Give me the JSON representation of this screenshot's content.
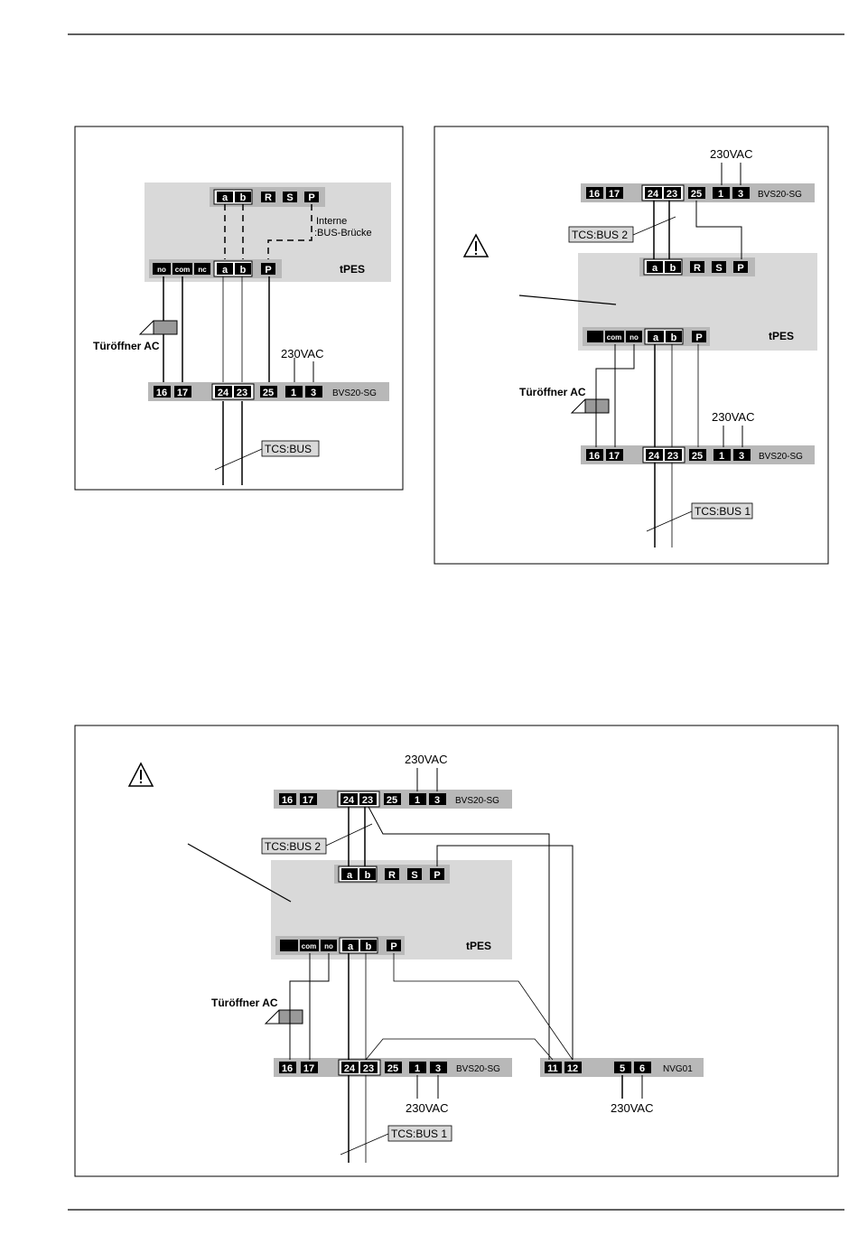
{
  "diagram_1": {
    "upper_terminals": [
      "a",
      "b",
      "R",
      "S",
      "P"
    ],
    "bridge_label": [
      "Interne",
      ":BUS-Brücke"
    ],
    "module_terminals": [
      "no",
      "com",
      "nc",
      "a",
      "b",
      "P"
    ],
    "module_name": "tPES",
    "door_opener": "Türöffner AC",
    "power": "230VAC",
    "bottom_terminals": [
      "16",
      "17",
      "24",
      "23",
      "25",
      "1",
      "3"
    ],
    "bottom_device": "BVS20-SG",
    "bus_label": "TCS:BUS"
  },
  "diagram_2": {
    "power_top": "230VAC",
    "top_terminals": [
      "16",
      "17",
      "24",
      "23",
      "25",
      "1",
      "3"
    ],
    "top_device": "BVS20-SG",
    "bus2_label": "TCS:BUS 2",
    "upper_terminals": [
      "a",
      "b",
      "R",
      "S",
      "P"
    ],
    "module_terminals": [
      "com",
      "no",
      "a",
      "b",
      "P"
    ],
    "module_name": "tPES",
    "door_opener": "Türöffner AC",
    "power_bottom": "230VAC",
    "bottom_terminals": [
      "16",
      "17",
      "24",
      "23",
      "25",
      "1",
      "3"
    ],
    "bottom_device": "BVS20-SG",
    "bus1_label": "TCS:BUS 1"
  },
  "diagram_3": {
    "power_top": "230VAC",
    "top_terminals": [
      "16",
      "17",
      "24",
      "23",
      "25",
      "1",
      "3"
    ],
    "top_device": "BVS20-SG",
    "bus2_label": "TCS:BUS 2",
    "upper_terminals": [
      "a",
      "b",
      "R",
      "S",
      "P"
    ],
    "module_terminals": [
      "com",
      "no",
      "a",
      "b",
      "P"
    ],
    "module_name": "tPES",
    "door_opener": "Türöffner AC",
    "bottom_terminals": [
      "16",
      "17",
      "24",
      "23",
      "25",
      "1",
      "3"
    ],
    "bottom_device": "BVS20-SG",
    "power_bottom": "230VAC",
    "nvg_terminals": [
      "11",
      "12",
      "5",
      "6"
    ],
    "nvg_device": "NVG01",
    "power_nvg": "230VAC",
    "bus1_label": "TCS:BUS 1"
  }
}
